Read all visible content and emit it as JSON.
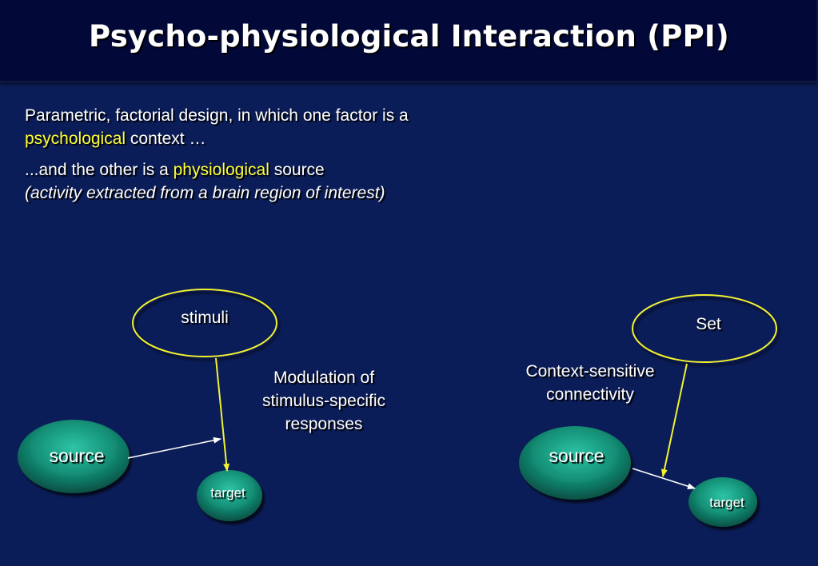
{
  "title": "Psycho-physiological Interaction (PPI)",
  "intro": {
    "line1_a": "Parametric, factorial design, in which one factor is a",
    "line1_hl": "psychological",
    "line1_b": " context …",
    "line2_a": "...and the other is a ",
    "line2_hl": "physiological",
    "line2_b": " source",
    "line3": "(activity extracted from a brain region of interest)"
  },
  "left_diagram": {
    "context_node": "stimuli",
    "source_node": "source",
    "target_node": "target",
    "caption": [
      "Modulation of",
      "stimulus-specific",
      "responses"
    ]
  },
  "right_diagram": {
    "context_node": "Set",
    "source_node": "source",
    "target_node": "target",
    "caption": [
      "Context-sensitive",
      "connectivity"
    ]
  },
  "colors": {
    "background": "#0b1d58",
    "title_bar": "#020838",
    "highlight": "#ffff33",
    "node_fill": "#1aa58a",
    "ellipse_stroke": "#f2f232",
    "modulation_arrow": "#f2f232",
    "connection_arrow": "#ffffff"
  }
}
